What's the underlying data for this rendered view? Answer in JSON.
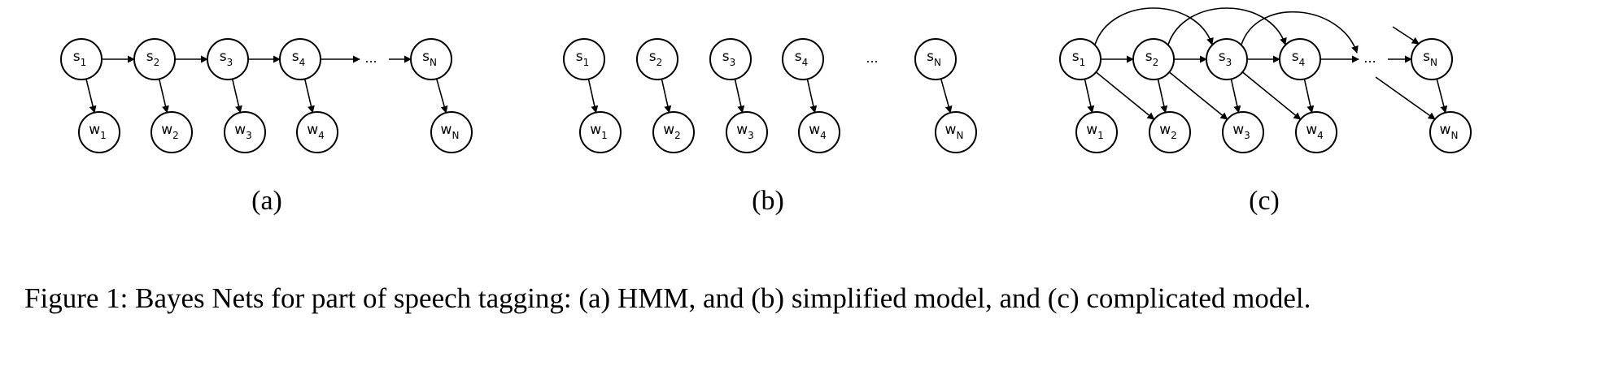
{
  "panels": [
    {
      "id": "a",
      "label": "(a)",
      "states": [
        {
          "base": "s",
          "sub": "1"
        },
        {
          "base": "s",
          "sub": "2"
        },
        {
          "base": "s",
          "sub": "3"
        },
        {
          "base": "s",
          "sub": "4"
        },
        {
          "base": "s",
          "sub": "N"
        }
      ],
      "words": [
        {
          "base": "w",
          "sub": "1"
        },
        {
          "base": "w",
          "sub": "2"
        },
        {
          "base": "w",
          "sub": "3"
        },
        {
          "base": "w",
          "sub": "4"
        },
        {
          "base": "w",
          "sub": "N"
        }
      ],
      "ellipsis": "..."
    },
    {
      "id": "b",
      "label": "(b)",
      "states": [
        {
          "base": "s",
          "sub": "1"
        },
        {
          "base": "s",
          "sub": "2"
        },
        {
          "base": "s",
          "sub": "3"
        },
        {
          "base": "s",
          "sub": "4"
        },
        {
          "base": "s",
          "sub": "N"
        }
      ],
      "words": [
        {
          "base": "w",
          "sub": "1"
        },
        {
          "base": "w",
          "sub": "2"
        },
        {
          "base": "w",
          "sub": "3"
        },
        {
          "base": "w",
          "sub": "4"
        },
        {
          "base": "w",
          "sub": "N"
        }
      ],
      "ellipsis": "..."
    },
    {
      "id": "c",
      "label": "(c)",
      "states": [
        {
          "base": "s",
          "sub": "1"
        },
        {
          "base": "s",
          "sub": "2"
        },
        {
          "base": "s",
          "sub": "3"
        },
        {
          "base": "s",
          "sub": "4"
        },
        {
          "base": "s",
          "sub": "N"
        }
      ],
      "words": [
        {
          "base": "w",
          "sub": "1"
        },
        {
          "base": "w",
          "sub": "2"
        },
        {
          "base": "w",
          "sub": "3"
        },
        {
          "base": "w",
          "sub": "4"
        },
        {
          "base": "w",
          "sub": "N"
        }
      ],
      "ellipsis": "..."
    }
  ],
  "caption": "Figure 1: Bayes Nets for part of speech tagging: (a) HMM, and (b) simplified model, and (c) complicated model."
}
